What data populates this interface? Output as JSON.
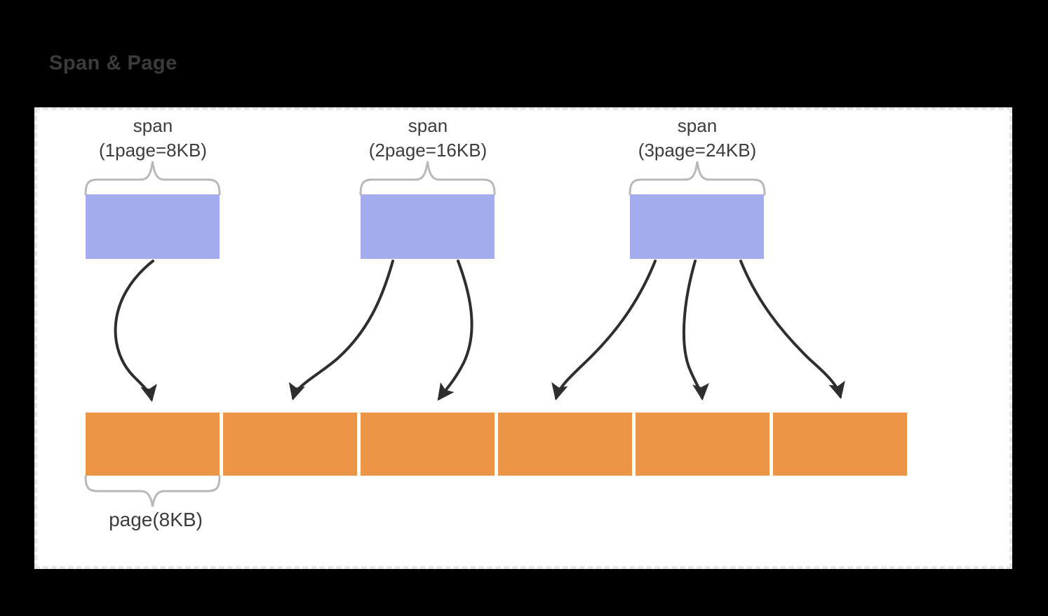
{
  "title": "Span & Page",
  "colors": {
    "background": "#000000",
    "panel": "#ffffff",
    "panel_border": "#e9e5e3",
    "span_fill": "#a5abef",
    "page_fill": "#ec9546",
    "brace": "#b8b8b8",
    "arrow": "#2e2e2e",
    "text": "#3c3c3c"
  },
  "diagram": {
    "spans": [
      {
        "label_line1": "span",
        "label_line2": "(1page=8KB)",
        "arrow_count": 1
      },
      {
        "label_line1": "span",
        "label_line2": "(2page=16KB)",
        "arrow_count": 2
      },
      {
        "label_line1": "span",
        "label_line2": "(3page=24KB)",
        "arrow_count": 3
      }
    ],
    "page_label": "page(8KB)",
    "page_count": 6
  }
}
